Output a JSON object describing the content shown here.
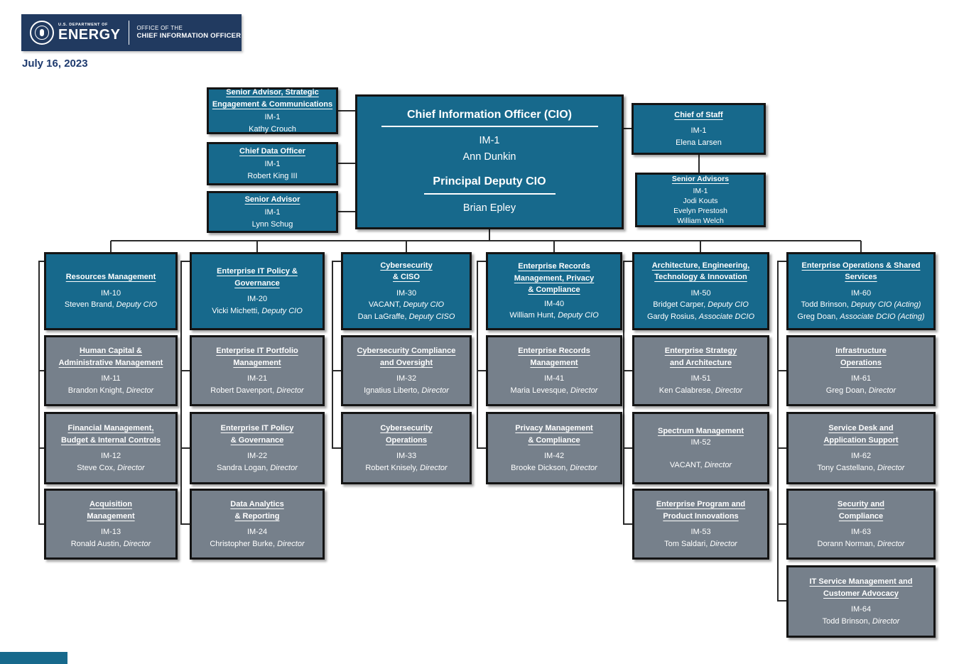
{
  "colors": {
    "navy": "#213a60",
    "teal": "#17698c",
    "gray": "#76808b",
    "border": "#141414",
    "date_text": "#1e3a6e"
  },
  "header": {
    "dept_small": "U.S. DEPARTMENT OF",
    "dept_big": "ENERGY",
    "office_line1": "OFFICE OF THE",
    "office_line2": "CHIEF INFORMATION OFFICER",
    "date": "July 16, 2023"
  },
  "org": {
    "cio": {
      "title": "Chief Information Officer (CIO)",
      "code": "IM-1",
      "name": "Ann Dunkin",
      "title2": "Principal Deputy CIO",
      "name2": "Brian Epley"
    },
    "left": [
      {
        "title": "Senior Advisor, Strategic\nEngagement & Communications",
        "code": "IM-1",
        "people": [
          {
            "name": "Kathy Crouch",
            "role": ""
          }
        ]
      },
      {
        "title": "Chief Data Officer",
        "code": "IM-1",
        "people": [
          {
            "name": "Robert King III",
            "role": ""
          }
        ]
      },
      {
        "title": "Senior Advisor",
        "code": "IM-1",
        "people": [
          {
            "name": "Lynn Schug",
            "role": ""
          }
        ]
      }
    ],
    "right": [
      {
        "title": "Chief of Staff",
        "code": "IM-1",
        "people": [
          {
            "name": "Elena Larsen",
            "role": ""
          }
        ]
      },
      {
        "title": "Senior Advisors",
        "code": "IM-1",
        "people": [
          {
            "name": "Jodi Kouts",
            "role": ""
          },
          {
            "name": "Evelyn Prestosh",
            "role": ""
          },
          {
            "name": "William Welch",
            "role": ""
          }
        ]
      }
    ],
    "columns": [
      {
        "header": {
          "title": "Resources Management",
          "code": "IM-10",
          "people": [
            {
              "name": "Steven Brand,",
              "role": "Deputy CIO"
            }
          ]
        },
        "subs": [
          {
            "title": "Human Capital &\nAdministrative Management",
            "code": "IM-11",
            "people": [
              {
                "name": "Brandon Knight,",
                "role": "Director"
              }
            ]
          },
          {
            "title": "Financial Management,\nBudget & Internal Controls",
            "code": "IM-12",
            "people": [
              {
                "name": "Steve Cox,",
                "role": "Director"
              }
            ]
          },
          {
            "title": "Acquisition\nManagement",
            "code": "IM-13",
            "people": [
              {
                "name": "Ronald Austin,",
                "role": "Director"
              }
            ]
          }
        ]
      },
      {
        "header": {
          "title": "Enterprise IT Policy &\nGovernance",
          "code": "IM-20",
          "people": [
            {
              "name": "Vicki Michetti,",
              "role": "Deputy CIO"
            }
          ]
        },
        "subs": [
          {
            "title": "Enterprise IT Portfolio\nManagement",
            "code": "IM-21",
            "people": [
              {
                "name": "Robert Davenport,",
                "role": "Director"
              }
            ]
          },
          {
            "title": "Enterprise IT Policy\n& Governance",
            "code": "IM-22",
            "people": [
              {
                "name": "Sandra Logan,",
                "role": "Director"
              }
            ]
          },
          {
            "title": "Data Analytics\n& Reporting",
            "code": "IM-24",
            "people": [
              {
                "name": "Christopher Burke,",
                "role": "Director"
              }
            ]
          }
        ]
      },
      {
        "header": {
          "title": "Cybersecurity\n& CISO",
          "code": "IM-30",
          "people": [
            {
              "name": "VACANT,",
              "role": "Deputy CIO"
            },
            {
              "name": "Dan LaGraffe,",
              "role": "Deputy CISO"
            }
          ]
        },
        "subs": [
          {
            "title": "Cybersecurity Compliance\nand Oversight",
            "code": "IM-32",
            "people": [
              {
                "name": "Ignatius Liberto,",
                "role": "Director"
              }
            ]
          },
          {
            "title": "Cybersecurity\nOperations",
            "code": "IM-33",
            "people": [
              {
                "name": "Robert Knisely,",
                "role": "Director"
              }
            ]
          }
        ]
      },
      {
        "header": {
          "title": "Enterprise Records\nManagement, Privacy\n& Compliance",
          "code": "IM-40",
          "people": [
            {
              "name": "William Hunt,",
              "role": "Deputy CIO"
            }
          ]
        },
        "subs": [
          {
            "title": "Enterprise Records\nManagement",
            "code": "IM-41",
            "people": [
              {
                "name": "Maria Levesque,",
                "role": "Director"
              }
            ]
          },
          {
            "title": "Privacy Management\n& Compliance",
            "code": "IM-42",
            "people": [
              {
                "name": "Brooke Dickson,",
                "role": "Director"
              }
            ]
          }
        ]
      },
      {
        "header": {
          "title": "Architecture, Engineering,\nTechnology & Innovation",
          "code": "IM-50",
          "people": [
            {
              "name": "Bridget Carper,",
              "role": "Deputy CIO"
            },
            {
              "name": "Gardy Rosius,",
              "role": "Associate DCIO"
            }
          ]
        },
        "subs": [
          {
            "title": "Enterprise Strategy\nand Architecture",
            "code": "IM-51",
            "people": [
              {
                "name": "Ken Calabrese,",
                "role": "Director"
              }
            ]
          },
          {
            "title": "Spectrum Management",
            "code": "IM-52",
            "people": [
              {
                "name": "VACANT,",
                "role": "Director"
              }
            ]
          },
          {
            "title": "Enterprise Program and\nProduct Innovations",
            "code": "IM-53",
            "people": [
              {
                "name": "Tom Saldari,",
                "role": "Director"
              }
            ]
          }
        ]
      },
      {
        "header": {
          "title": "Enterprise Operations & Shared\nServices",
          "code": "IM-60",
          "people": [
            {
              "name": "Todd Brinson,",
              "role": "Deputy CIO (Acting)"
            },
            {
              "name": "Greg Doan,",
              "role": "Associate DCIO (Acting)"
            }
          ]
        },
        "subs": [
          {
            "title": "Infrastructure\nOperations",
            "code": "IM-61",
            "people": [
              {
                "name": "Greg Doan,",
                "role": "Director"
              }
            ]
          },
          {
            "title": "Service Desk and\nApplication Support",
            "code": "IM-62",
            "people": [
              {
                "name": "Tony Castellano,",
                "role": "Director"
              }
            ]
          },
          {
            "title": "Security and\nCompliance",
            "code": "IM-63",
            "people": [
              {
                "name": "Dorann Norman,",
                "role": "Director"
              }
            ]
          },
          {
            "title": "IT Service Management and\nCustomer Advocacy",
            "code": "IM-64",
            "people": [
              {
                "name": "Todd Brinson,",
                "role": "Director"
              }
            ]
          }
        ]
      }
    ]
  }
}
